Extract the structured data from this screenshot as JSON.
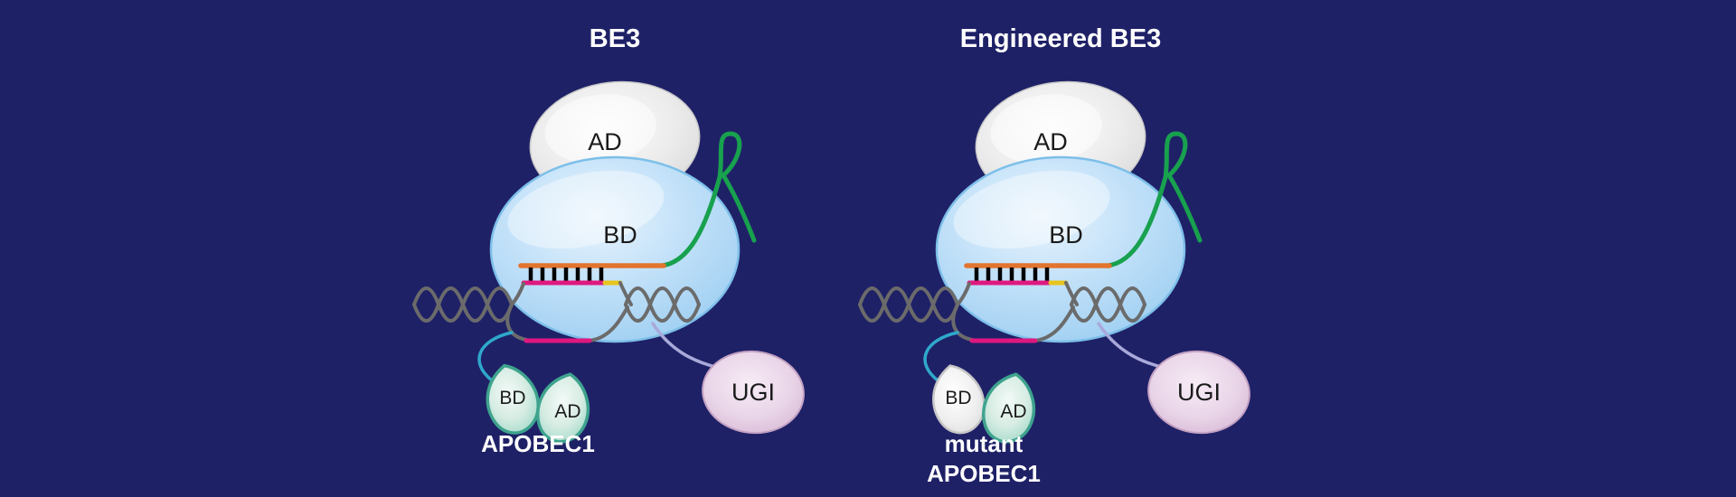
{
  "figure": {
    "panels": [
      {
        "title": "BE3",
        "ad_label": "AD",
        "bd_label": "BD",
        "apobec_bd_label": "BD",
        "apobec_ad_label": "AD",
        "name_line1": "APOBEC1",
        "name_line2": "",
        "ugi_label": "UGI"
      },
      {
        "title": "Engineered BE3",
        "ad_label": "AD",
        "bd_label": "BD",
        "apobec_bd_label": "BD",
        "apobec_ad_label": "AD",
        "name_line1": "mutant",
        "name_line2": "APOBEC1",
        "ugi_label": "UGI"
      }
    ],
    "colors": {
      "background": "#1f2167",
      "cas9_blue": "#aed6f4",
      "cas9_outline": "#7dbfe9",
      "ad_gray": "#dcdcdc",
      "sgrna_green": "#18a14e",
      "dna_gray": "#6b6b6b",
      "protospacer_orange": "#e2742e",
      "edited_strand_pink": "#df1880",
      "pam_yellow": "#e8c41c",
      "linker_teal": "#2fa8cb",
      "linker_lavender": "#a9a9da",
      "apobec_teal": "#3ea38e",
      "ugi_pink": "#debfdd",
      "basepair_black": "#000000",
      "label_white": "#ffffff"
    }
  }
}
